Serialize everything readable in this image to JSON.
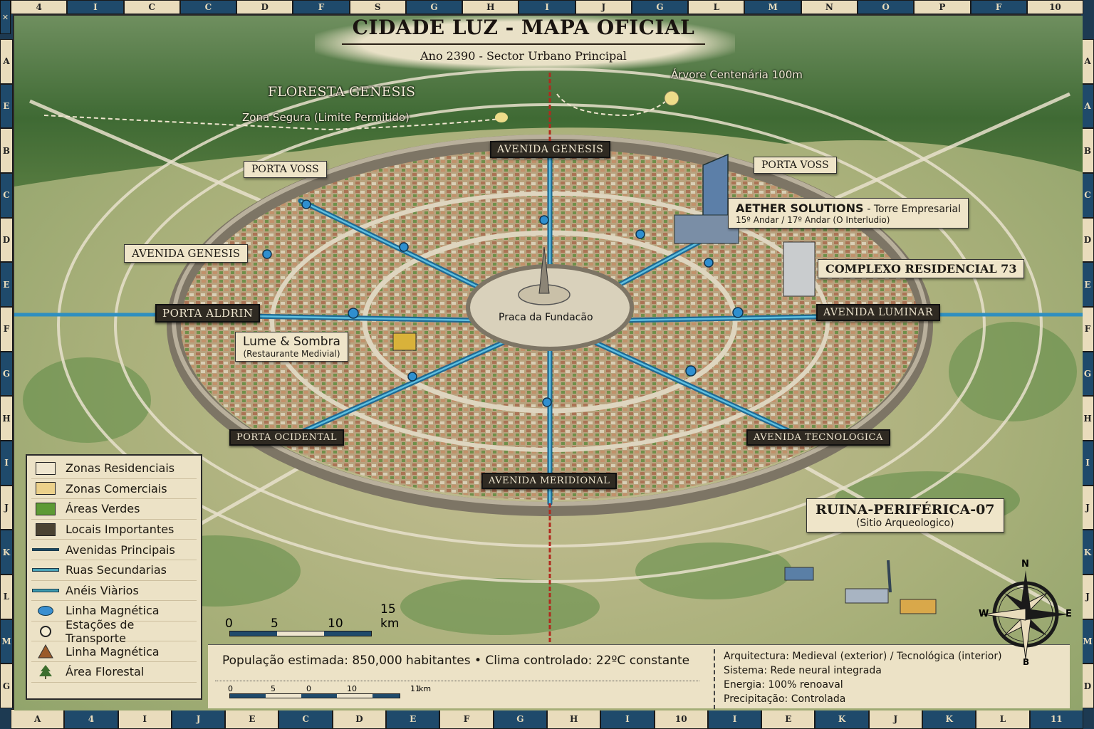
{
  "header": {
    "title": "CIDADE LUZ - MAPA OFICIAL",
    "subtitle": "Ano 2390 - Sector Urbano Principal"
  },
  "border": {
    "corner_icon": "close-icon",
    "top": [
      "4",
      "I",
      "C",
      "C",
      "D",
      "F",
      "S",
      "G",
      "H",
      "I",
      "J",
      "G",
      "L",
      "M",
      "N",
      "O",
      "P",
      "F",
      "10"
    ],
    "left": [
      "A",
      "E",
      "B",
      "C",
      "D",
      "E",
      "F",
      "G",
      "H",
      "I",
      "J",
      "K",
      "L",
      "M",
      "G"
    ],
    "right": [
      "A",
      "A",
      "B",
      "C",
      "D",
      "E",
      "F",
      "G",
      "H",
      "I",
      "J",
      "K",
      "J",
      "M",
      "D"
    ],
    "bottom": [
      "A",
      "4",
      "I",
      "J",
      "E",
      "C",
      "D",
      "E",
      "F",
      "G",
      "H",
      "I",
      "10",
      "I",
      "E",
      "K",
      "J",
      "K",
      "L",
      "11"
    ]
  },
  "labels": {
    "floresta": "FLORESTA GENESIS",
    "zona_segura": "Zona Segura (Limite Permitido)",
    "arvore": "Árvore Centenária 100m",
    "avenida_genesis_top": "AVENIDA GENESIS",
    "porta_voss_left": "PORTA VOSS",
    "porta_voss_right": "PORTA VOSS",
    "aether_name": "AETHER SOLUTIONS",
    "aether_desc": "- Torre Empresarial",
    "aether_floors": "15º Andar / 17º Andar (O Interludio)",
    "complexo": "COMPLEXO RESIDENCIAL 73",
    "avenida_genesis_left": "AVENIDA GENESIS",
    "porta_aldrin": "PORTA ALDRIN",
    "praca": "Praca da Fundacão",
    "avenida_luminar": "AVENIDA LUMINAR",
    "lume_name": "Lume & Sombra",
    "lume_desc": "(Restaurante Medivial)",
    "porta_ocidental": "PORTA OCIDENTAL",
    "avenida_tecnologica": "AVENIDA TECNOLOGICA",
    "avenida_meridional": "AVENIDA MERIDIONAL",
    "ruina_name": "RUINA-PERIFÉRICA-07",
    "ruina_desc": "(Sitio Arqueologico)"
  },
  "legend": {
    "items": [
      {
        "label": "Zonas Residenciais",
        "icon": "swatch",
        "color": "#efe6cf"
      },
      {
        "label": "Zonas Comerciais",
        "icon": "swatch",
        "color": "#ecd18a"
      },
      {
        "label": "Áreas Verdes",
        "icon": "swatch",
        "color": "#5d9a34"
      },
      {
        "label": "Locais Importantes",
        "icon": "swatch",
        "color": "#4a4232"
      },
      {
        "label": "Avenidas Principais",
        "icon": "line",
        "color": "#1d4a66"
      },
      {
        "label": "Ruas Secundarias",
        "icon": "line",
        "color": "#4aa3b8"
      },
      {
        "label": "Anéis Viàrios",
        "icon": "line",
        "color": "#3d9bb0"
      },
      {
        "label": "Linha Magnética",
        "icon": "magnetic-line-icon",
        "color": "#3a8fd0"
      },
      {
        "label": "Estações de Transporte",
        "icon": "station-icon",
        "color": "#f4ecd2"
      },
      {
        "label": "Linha Magnética",
        "icon": "triangle-icon",
        "color": "#9a5a2a"
      },
      {
        "label": "Área Florestal",
        "icon": "tree-icon",
        "color": "#3d6e2e"
      }
    ]
  },
  "scale_main": {
    "ticks": [
      "0",
      "5",
      "10",
      "15 km"
    ]
  },
  "scale_small": {
    "ticks": [
      "0",
      "5",
      "0",
      "10",
      "11",
      "km"
    ]
  },
  "info": {
    "population": "População estimada: 850,000 habitantes • Clima controlado: 22ºC constante",
    "lines": [
      "Arquitectura: Medieval (exterior) / Tecnológica (interior)",
      "Sistema: Rede neural integrada",
      "Energia: 100% renoaval",
      "Precipitação: Controlada"
    ]
  },
  "compass": {
    "n": "N",
    "e": "E",
    "w": "W",
    "s": "B"
  },
  "colors": {
    "border_blue": "#1f4a6b",
    "parchment": "#ece2c6",
    "avenue_blue": "#2f8fbf",
    "forest": "#4d7a3a",
    "wall": "#9a9080"
  }
}
